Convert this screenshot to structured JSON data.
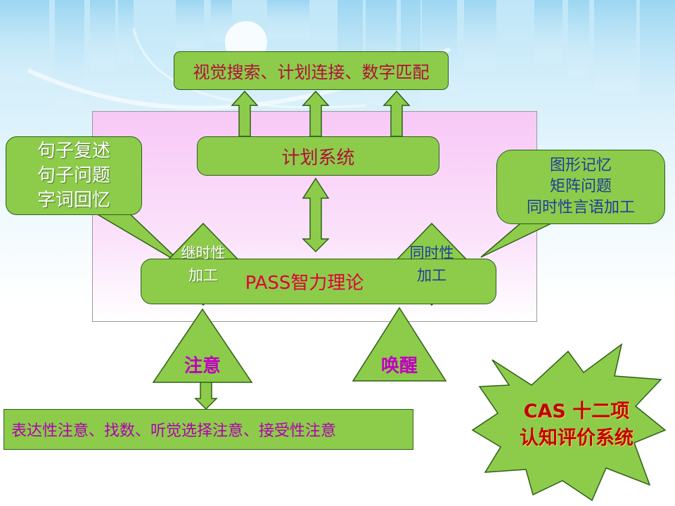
{
  "top_box": "视觉搜索、计划连接、数字匹配",
  "plan_box": "计划系统",
  "pass_box": "PASS智力理论",
  "left_callout": [
    "句子复述",
    "句子问题",
    "字词回忆"
  ],
  "right_callout": [
    "图形记忆",
    "矩阵问题",
    "同时性言语加工"
  ],
  "left_diamond": [
    "继时性",
    "加工"
  ],
  "right_diamond": [
    "同时性",
    "加工"
  ],
  "attention_triangle": "注意",
  "arousal_triangle": "唤醒",
  "bottom_box": "表达性注意、找数、听觉选择注意、接受性注意",
  "star_burst": [
    "CAS 十二项",
    "认知评价系统"
  ],
  "colors": {
    "box_green": "#8ccc4a",
    "border_dark_green": "#2f5e18",
    "panel_pink": "#f8c8f6",
    "title_red": "#e0003a",
    "magenta": "#c000c0",
    "blue": "#1e3c9c"
  }
}
